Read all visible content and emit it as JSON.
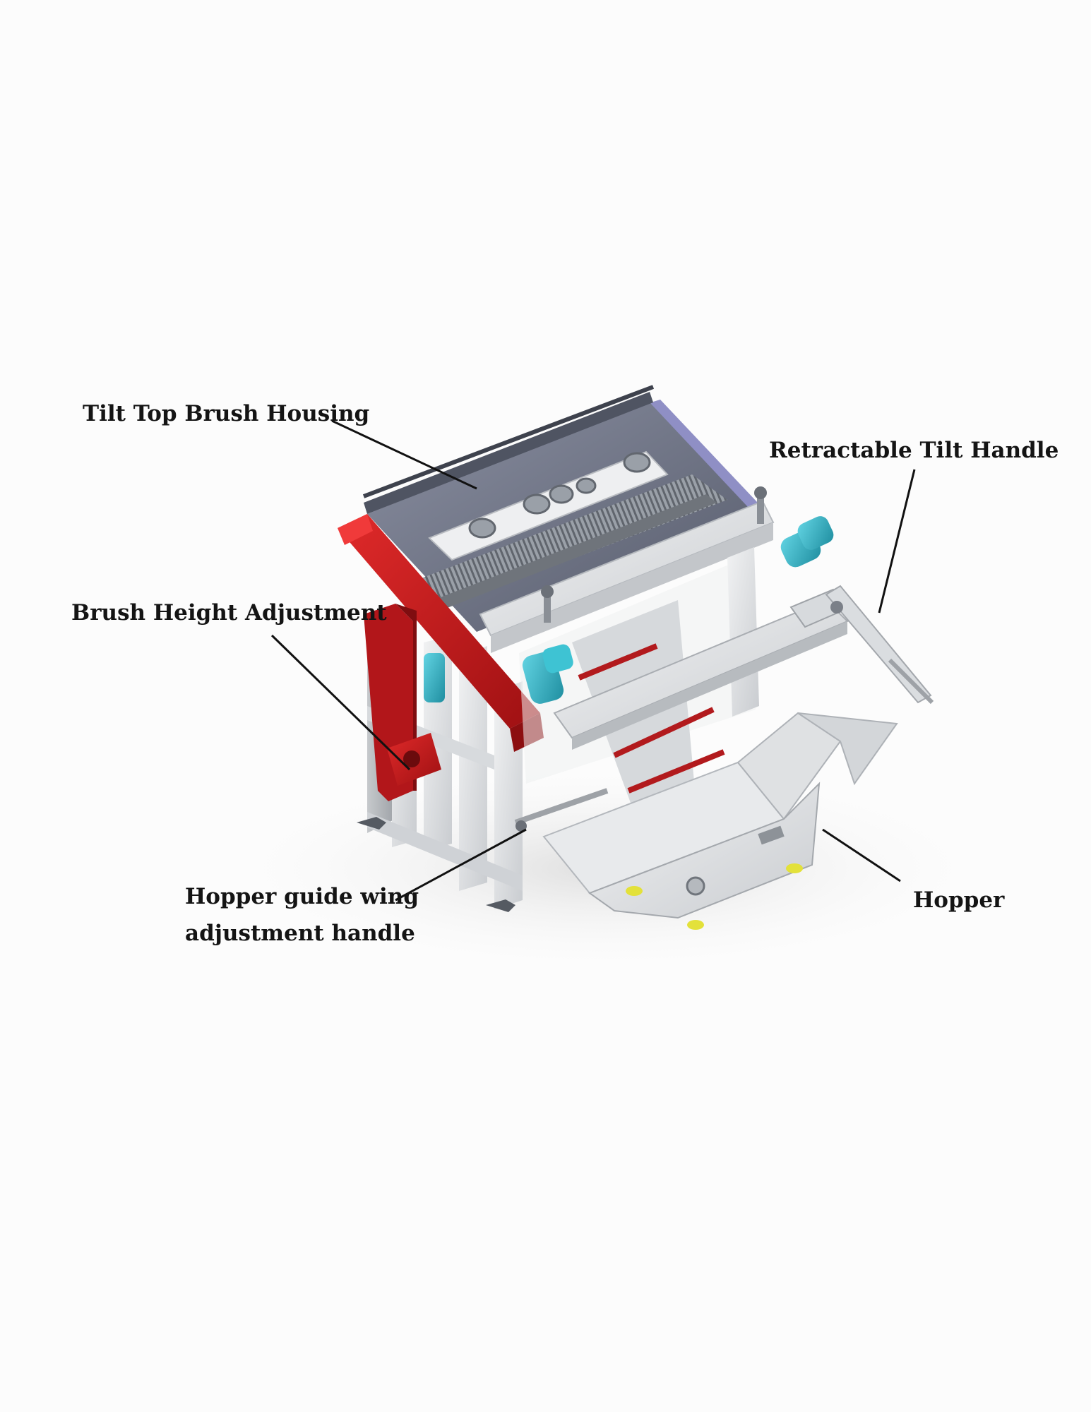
{
  "labels": {
    "tilt_top_brush_housing": "Tilt Top Brush Housing",
    "retractable_tilt_handle": "Retractable Tilt Handle",
    "brush_height_adjustment": "Brush Height Adjustment",
    "hopper_guide_wing_line1": "Hopper guide wing",
    "hopper_guide_wing_line2": "adjustment handle",
    "hopper": "Hopper"
  },
  "colors": {
    "frame": "#dfe1e3",
    "red_accent": "#c8191b",
    "motor_cyan": "#2fb7c9",
    "top_plate": "#6f7486",
    "purple_panel": "#8f8fc5",
    "foot_yellow": "#e3e13a"
  }
}
